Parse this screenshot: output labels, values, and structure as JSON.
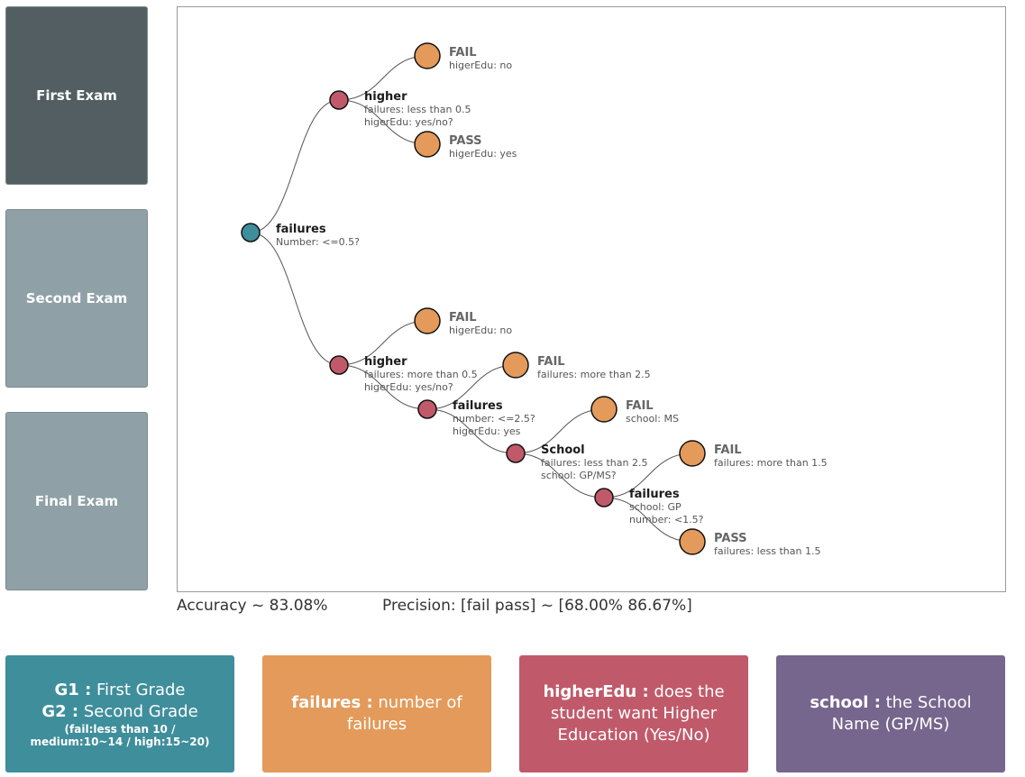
{
  "exam_buttons": [
    {
      "label": "First Exam",
      "color": "#535e63"
    },
    {
      "label": "Second Exam",
      "color": "#8fa1a7"
    },
    {
      "label": "Final Exam",
      "color": "#8fa1a7"
    }
  ],
  "metrics": {
    "accuracy": "Accuracy ~ 83.08%",
    "precision": "Precision: [fail pass] ~ [68.00% 86.67%]"
  },
  "colors": {
    "root": "#3f8e9c",
    "decision": "#c05a6a",
    "leaf": "#e39a5a",
    "school": "#76658c"
  },
  "tree": {
    "root": {
      "title": "failures",
      "sub": [
        "Number: <=0.5?"
      ]
    },
    "n_higher_top": {
      "title": "higher",
      "sub": [
        "failures: less than 0.5",
        "higerEdu: yes/no?"
      ]
    },
    "leaf_top_fail": {
      "title": "FAIL",
      "sub": [
        "higerEdu: no"
      ]
    },
    "leaf_top_pass": {
      "title": "PASS",
      "sub": [
        "higerEdu: yes"
      ]
    },
    "n_higher_bot": {
      "title": "higher",
      "sub": [
        "failures: more than 0.5",
        "higerEdu: yes/no?"
      ]
    },
    "leaf_bot_fail": {
      "title": "FAIL",
      "sub": [
        "higerEdu: no"
      ]
    },
    "n_failures": {
      "title": "failures",
      "sub": [
        "number: <=2.5?",
        "higerEdu: yes"
      ]
    },
    "leaf_fail_25": {
      "title": "FAIL",
      "sub": [
        "failures: more than 2.5"
      ]
    },
    "n_school": {
      "title": "School",
      "sub": [
        "failures: less than 2.5",
        "school: GP/MS?"
      ]
    },
    "leaf_fail_ms": {
      "title": "FAIL",
      "sub": [
        "school: MS"
      ]
    },
    "n_failures2": {
      "title": "failures",
      "sub": [
        "school: GP",
        "number: <1.5?"
      ]
    },
    "leaf_fail_15": {
      "title": "FAIL",
      "sub": [
        "failures: more than 1.5"
      ]
    },
    "leaf_pass_15": {
      "title": "PASS",
      "sub": [
        "failures: less than 1.5"
      ]
    }
  },
  "legend": [
    {
      "key": "G1 :",
      "text": " First Grade",
      "key2": "G2 :",
      "text2": " Second Grade",
      "note": "(fail:less than 10 / medium:10~14 / high:15~20)",
      "color": "#3f8e9c"
    },
    {
      "key": "failures :",
      "text": " number of failures",
      "color": "#e39a5a"
    },
    {
      "key": "higherEdu :",
      "text": " does the student want Higher Education (Yes/No)",
      "color": "#c05a6a"
    },
    {
      "key": "school :",
      "text": " the School Name (GP/MS)",
      "color": "#76658c"
    }
  ]
}
